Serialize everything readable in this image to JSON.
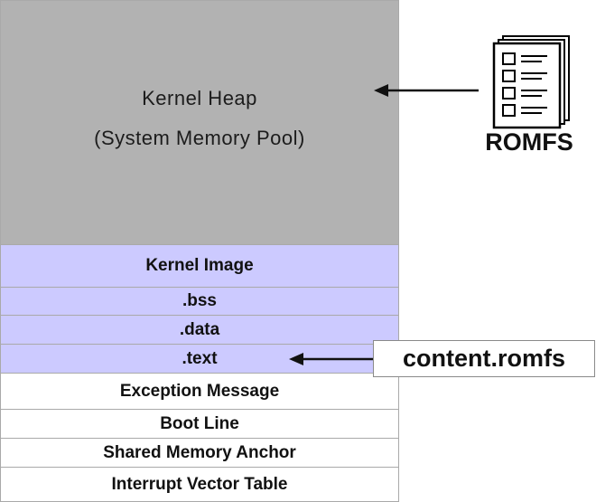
{
  "memory_map": {
    "heap": {
      "line1": "Kernel Heap",
      "line2": "(System Memory Pool)"
    },
    "kernel_image": "Kernel Image",
    "bss": ".bss",
    "data": ".data",
    "text": ".text",
    "exception_message": "Exception Message",
    "boot_line": "Boot Line",
    "shared_memory_anchor": "Shared Memory Anchor",
    "interrupt_vector_table": "Interrupt Vector Table"
  },
  "romfs_label": "ROMFS",
  "content_romfs_label": "content.romfs",
  "icons": {
    "documents": "document-stack-icon",
    "arrow": "arrow-left-icon"
  },
  "colors": {
    "heap": "#b2b2b2",
    "kernel": "#cccaff",
    "ram": "#ffffff"
  }
}
